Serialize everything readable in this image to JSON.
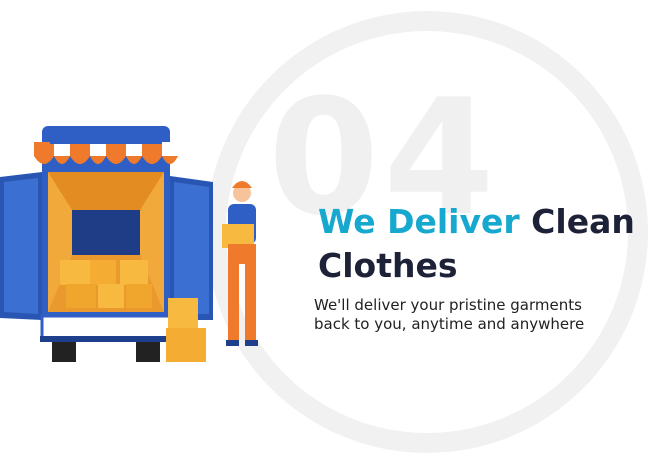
{
  "step": {
    "number": "04"
  },
  "heading": {
    "accent": "We Deliver",
    "rest": "Clean",
    "line2": "Clothes"
  },
  "description": "We'll deliver your pristine garments back to you, anytime and anywhere",
  "colors": {
    "accent": "#17a8cf",
    "heading": "#1e2238",
    "circle": "#f1f1f1"
  },
  "illustration": {
    "name": "delivery-truck-with-courier"
  }
}
